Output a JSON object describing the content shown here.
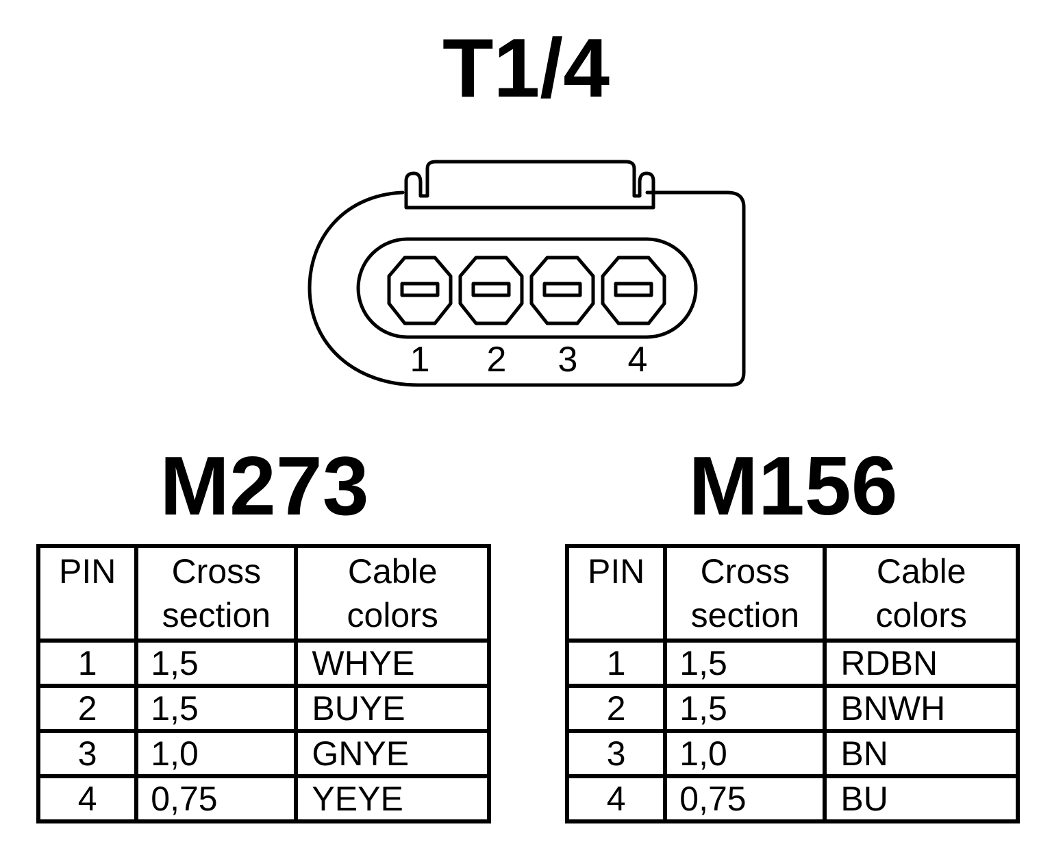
{
  "connector": {
    "title": "T1/4",
    "pin_labels": [
      "1",
      "2",
      "3",
      "4"
    ]
  },
  "tables": [
    {
      "model": "M273",
      "headers": {
        "pin": "PIN",
        "cross_line1": "Cross",
        "cross_line2": "section",
        "color_line1": "Cable",
        "color_line2": "colors"
      },
      "rows": [
        {
          "pin": "1",
          "cross_section": "1,5",
          "cable_color": "WHYE"
        },
        {
          "pin": "2",
          "cross_section": "1,5",
          "cable_color": "BUYE"
        },
        {
          "pin": "3",
          "cross_section": "1,0",
          "cable_color": "GNYE"
        },
        {
          "pin": "4",
          "cross_section": "0,75",
          "cable_color": "YEYE"
        }
      ]
    },
    {
      "model": "M156",
      "headers": {
        "pin": "PIN",
        "cross_line1": "Cross",
        "cross_line2": "section",
        "color_line1": "Cable",
        "color_line2": "colors"
      },
      "rows": [
        {
          "pin": "1",
          "cross_section": "1,5",
          "cable_color": "RDBN"
        },
        {
          "pin": "2",
          "cross_section": "1,5",
          "cable_color": "BNWH"
        },
        {
          "pin": "3",
          "cross_section": "1,0",
          "cable_color": "BN"
        },
        {
          "pin": "4",
          "cross_section": "0,75",
          "cable_color": "BU"
        }
      ]
    }
  ]
}
